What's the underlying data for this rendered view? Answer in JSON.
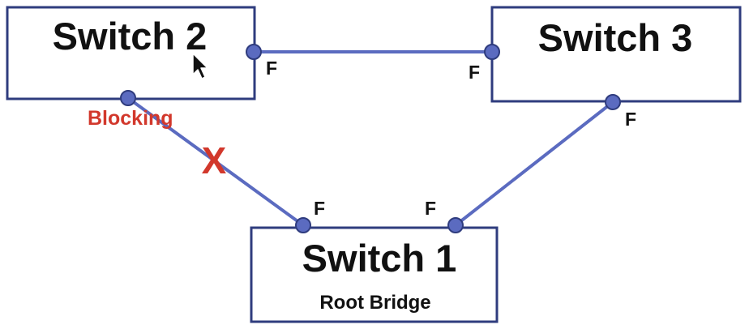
{
  "colors": {
    "box_border": "#2f3c7e",
    "link": "#5b6bc0",
    "port_fill": "#5b6bc0",
    "port_stroke": "#2f3c7e",
    "blocking": "#d2382c",
    "text": "#111111"
  },
  "switches": {
    "s1": {
      "title": "Switch 1",
      "subtitle": "Root Bridge"
    },
    "s2": {
      "title": "Switch 2"
    },
    "s3": {
      "title": "Switch 3"
    }
  },
  "ports": {
    "s2_right": "F",
    "s3_left": "F",
    "s3_bottom": "F",
    "s1_left": "F",
    "s1_right": "F"
  },
  "blocking": {
    "label": "Blocking",
    "mark": "X"
  },
  "icons": {
    "cursor": "mouse-pointer-icon"
  }
}
